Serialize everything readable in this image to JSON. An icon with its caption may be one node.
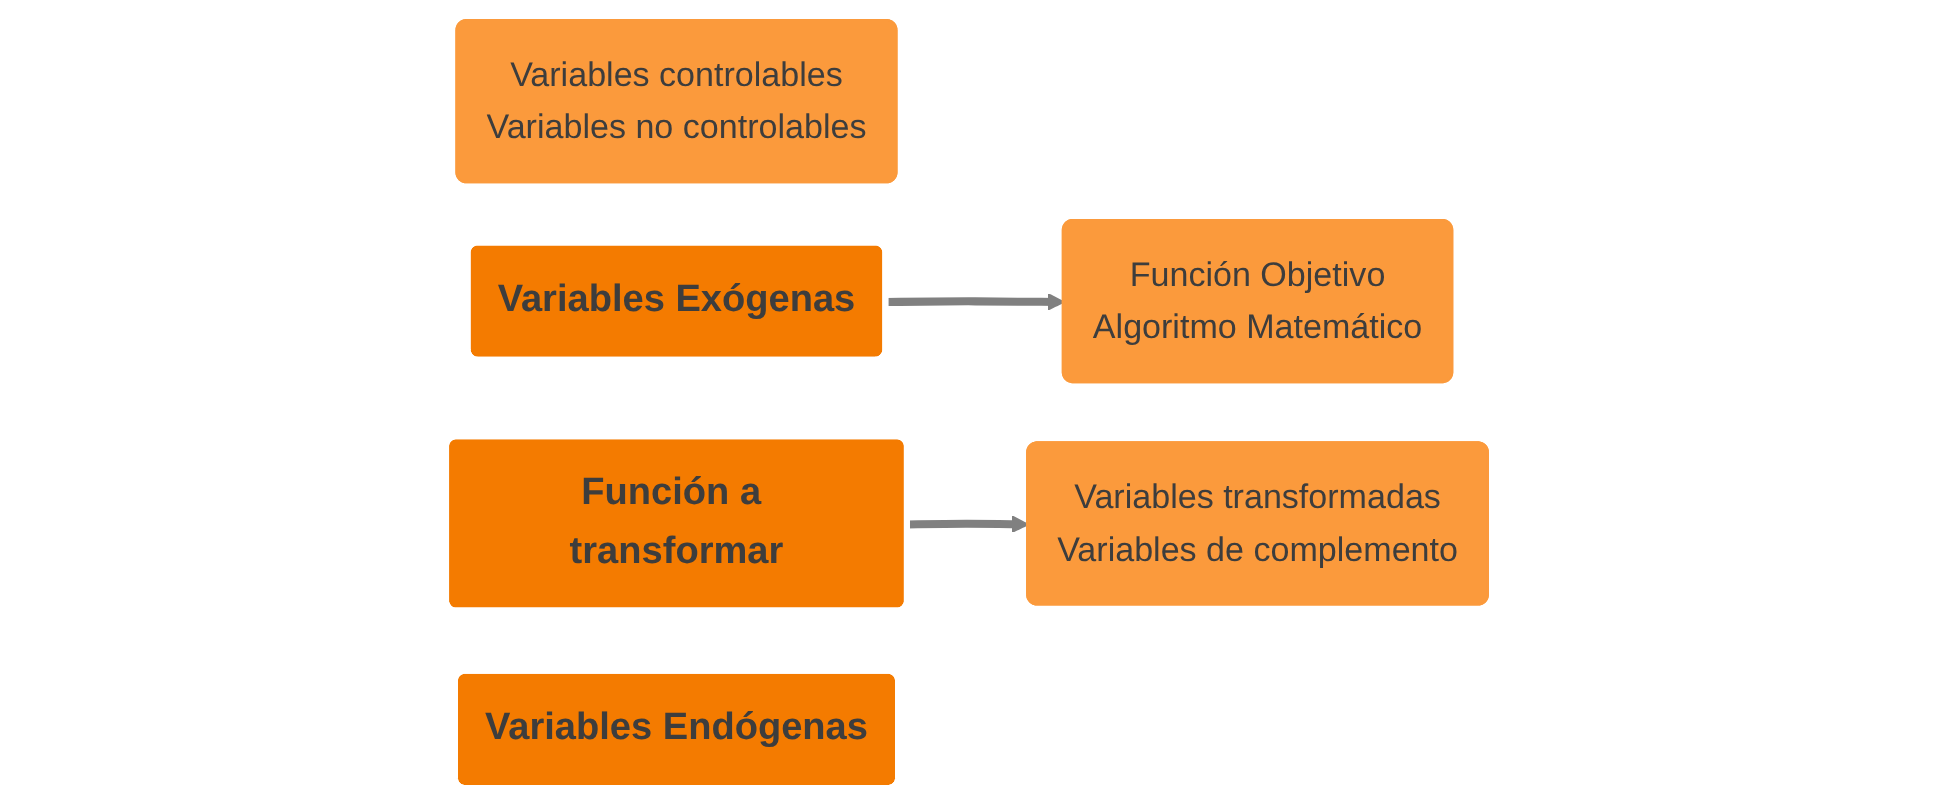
{
  "diagram": {
    "nodes": [
      {
        "text": [
          "Variables controlables",
          "Variables no controlables"
        ]
      },
      {
        "text": [
          "Variables Exógenas"
        ]
      },
      {
        "text": [
          "Función a transformar"
        ]
      },
      {
        "text": [
          "Función Objetivo",
          "Algoritmo Matemático"
        ]
      },
      {
        "text": [
          "Variables transformadas",
          "Variables de complemento"
        ]
      },
      {
        "text": [
          "Variables Endógenas"
        ]
      }
    ],
    "edges": [
      {
        "from": 1,
        "to": 3,
        "arrow": "to"
      },
      {
        "from": 2,
        "to": 4,
        "arrow": "to"
      }
    ]
  }
}
